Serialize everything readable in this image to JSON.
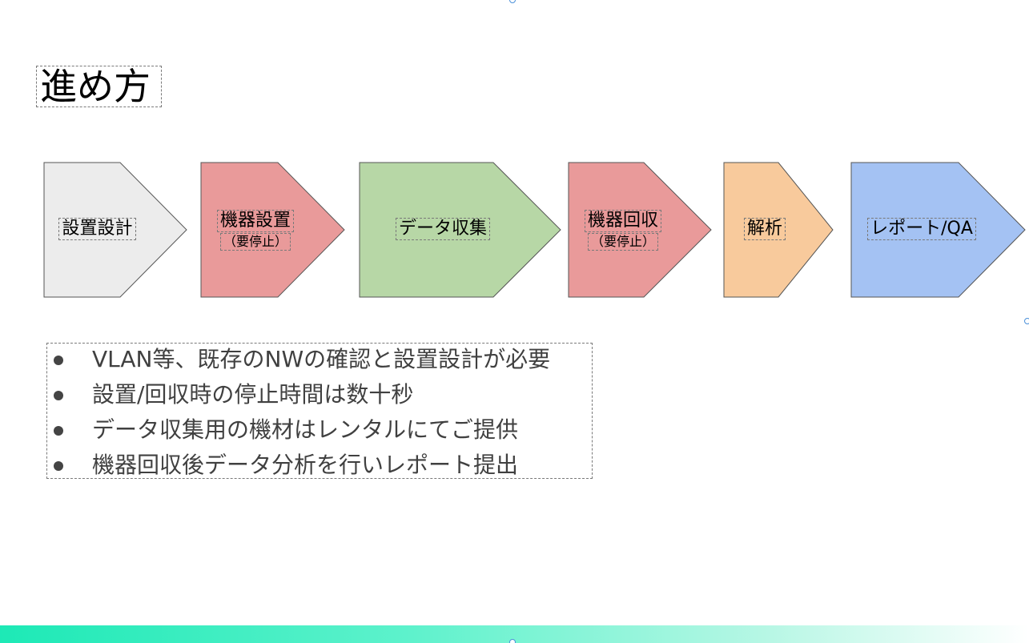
{
  "slide": {
    "title": "進め方"
  },
  "steps": [
    {
      "id": "design",
      "label": "設置設計",
      "sub": "",
      "color": "#ececec"
    },
    {
      "id": "install",
      "label": "機器設置",
      "sub": "（要停止）",
      "color": "#e99a9a"
    },
    {
      "id": "collect",
      "label": "データ収集",
      "sub": "",
      "color": "#b7d7a6"
    },
    {
      "id": "retrieve",
      "label": "機器回収",
      "sub": "（要停止）",
      "color": "#e99a9a"
    },
    {
      "id": "analyze",
      "label": "解析",
      "sub": "",
      "color": "#f8ca9c"
    },
    {
      "id": "report",
      "label": "レポート/QA",
      "sub": "",
      "color": "#a4c2f3"
    }
  ],
  "bullets": [
    "VLAN等、既存のNWの確認と設置設計が必要",
    "設置/回収時の停止時間は数十秒",
    "データ収集用の機材はレンタルにてご提供",
    "機器回収後データ分析を行いレポート提出"
  ],
  "colors": {
    "bar_start": "#1de9b6",
    "bar_end": "#ffffff",
    "shape_stroke": "#555555"
  }
}
